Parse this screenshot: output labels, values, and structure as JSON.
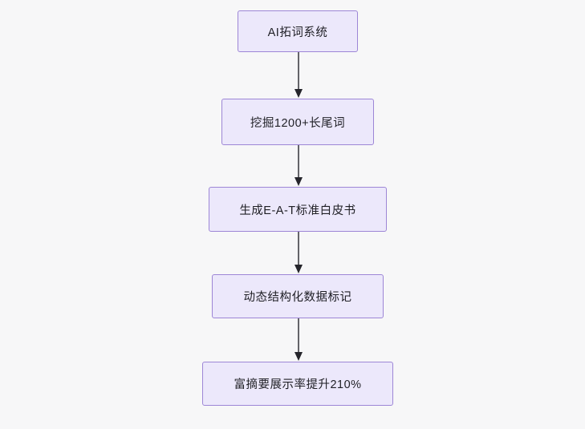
{
  "diagram": {
    "type": "flowchart",
    "direction": "top-to-bottom",
    "background_color": "#f7f7f8",
    "node_fill_color": "#ece8fb",
    "node_border_color": "#9d86d6",
    "edge_color": "#25252b",
    "nodes": [
      {
        "id": "n1",
        "label": "AI拓词系统"
      },
      {
        "id": "n2",
        "label": "挖掘1200+长尾词"
      },
      {
        "id": "n3",
        "label": "生成E-A-T标准白皮书"
      },
      {
        "id": "n4",
        "label": "动态结构化数据标记"
      },
      {
        "id": "n5",
        "label": "富摘要展示率提升210%"
      }
    ],
    "edges": [
      {
        "from": "n1",
        "to": "n2"
      },
      {
        "from": "n2",
        "to": "n3"
      },
      {
        "from": "n3",
        "to": "n4"
      },
      {
        "from": "n4",
        "to": "n5"
      }
    ]
  }
}
